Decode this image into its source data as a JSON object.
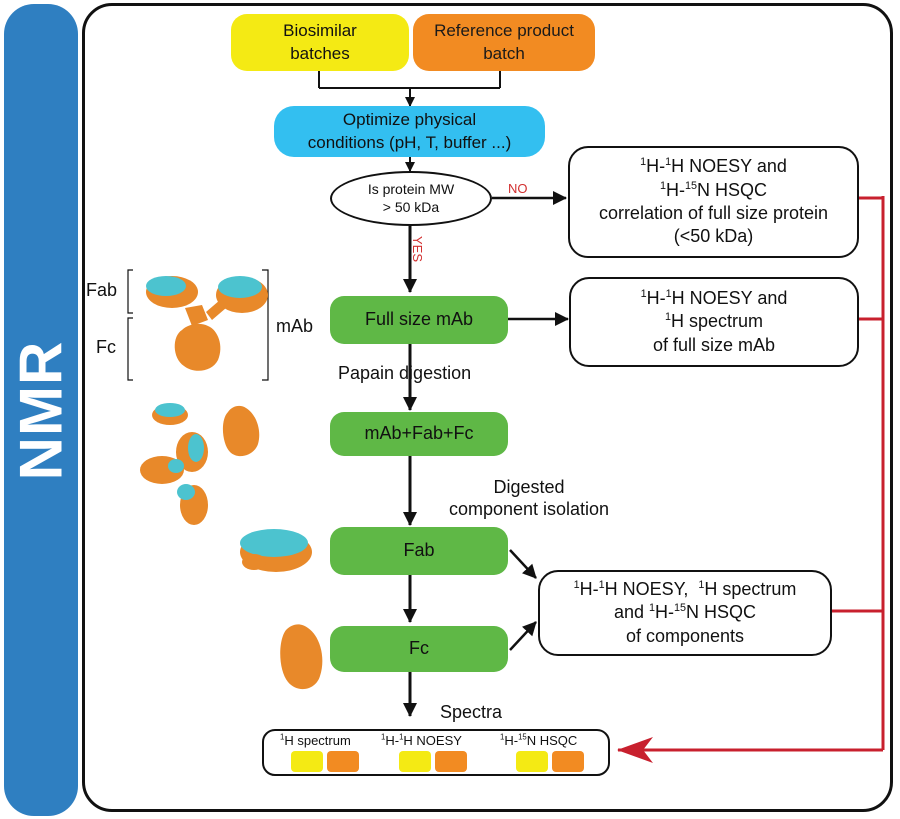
{
  "side_title": "NMR",
  "top": {
    "biosimilar": [
      "Biosimilar",
      "batches"
    ],
    "reference": [
      "Reference product",
      "batch"
    ]
  },
  "optimize": [
    "Optimize physical",
    "conditions (pH, T, buffer ...)"
  ],
  "decision": {
    "question": [
      "Is protein MW",
      "> 50 kDa"
    ],
    "no_label": "NO",
    "yes_label": "YES"
  },
  "right_boxes": {
    "full_protein": {
      "line1": {
        "sup1": "1",
        "a": "H-",
        "sup2": "1",
        "b": "H NOESY and"
      },
      "line2": {
        "sup1": "1",
        "a": "H-",
        "sup2": "15",
        "b": "N HSQC"
      },
      "line3": "correlation of full size protein",
      "line4": "(<50 kDa)"
    },
    "full_mab": {
      "line1": {
        "sup1": "1",
        "a": "H-",
        "sup2": "1",
        "b": "H NOESY and"
      },
      "line2": {
        "sup1": "1",
        "b": "H spectrum"
      },
      "line3": "of full size mAb"
    },
    "components": {
      "line1": {
        "sup1": "1",
        "a": "H-",
        "sup2": "1",
        "b": "H NOESY,  ",
        "sup3": "1",
        "c": "H spectrum"
      },
      "line2": {
        "a": "and ",
        "sup1": "1",
        "b": "H-",
        "sup2": "15",
        "c": "N HSQC"
      },
      "line3": "of components"
    }
  },
  "steps": {
    "full_mab": "Full size mAb",
    "papain": "Papain digestion",
    "digested": "mAb+Fab+Fc",
    "isolation": [
      "Digested",
      "component isolation"
    ],
    "fab": "Fab",
    "fc": "Fc",
    "spectra": "Spectra"
  },
  "antibody_labels": {
    "fab": "Fab",
    "fc": "Fc",
    "mab": "mAb"
  },
  "spectra_bar": {
    "h_spectrum": {
      "sup": "1",
      "text": "H spectrum"
    },
    "noesy": {
      "sup1": "1",
      "a": "H-",
      "sup2": "1",
      "b": "H NOESY"
    },
    "hsqc": {
      "sup1": "1",
      "a": "H-",
      "sup2": "15",
      "b": "N HSQC"
    }
  },
  "colors": {
    "nmr_bar": "#2f7fc1",
    "biosimilar": "#f4ea14",
    "reference": "#f28b22",
    "optimize": "#33bff0",
    "step": "#5fb846",
    "feedback_arrow": "#c8202e",
    "protein_fab": "#4cc3cf",
    "protein_fc": "#e8892a"
  }
}
